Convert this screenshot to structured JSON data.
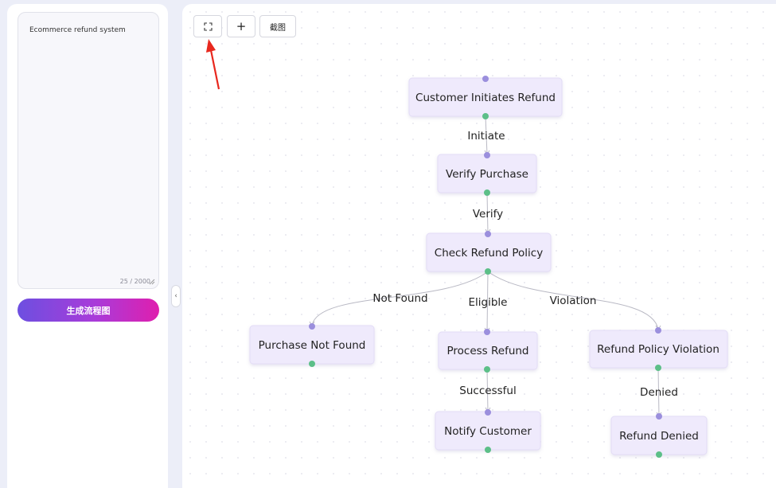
{
  "sidebar": {
    "prompt_value": "Ecommerce refund system",
    "char_count": "25 / 2000",
    "generate_label": "生成流程图",
    "collapse_glyph": "‹"
  },
  "toolbar": {
    "fullscreen_icon": "fullscreen-icon",
    "add_label": "+",
    "screenshot_label": "截图"
  },
  "annotation": {
    "arrow_color": "#e8281e"
  },
  "colors": {
    "node_fill": "#efeafc",
    "handle_in": "#9b8fdd",
    "handle_out": "#5cbf88",
    "edge": "#b9b9c4"
  },
  "flow": {
    "nodes": [
      {
        "id": "n1",
        "label": "Customer Initiates Refund"
      },
      {
        "id": "n2",
        "label": "Verify Purchase"
      },
      {
        "id": "n3",
        "label": "Check Refund Policy"
      },
      {
        "id": "n4",
        "label": "Purchase Not Found"
      },
      {
        "id": "n5",
        "label": "Process Refund"
      },
      {
        "id": "n6",
        "label": "Refund Policy Violation"
      },
      {
        "id": "n7",
        "label": "Notify Customer"
      },
      {
        "id": "n8",
        "label": "Refund Denied"
      }
    ],
    "edges": [
      {
        "from": "n1",
        "to": "n2",
        "label": "Initiate"
      },
      {
        "from": "n2",
        "to": "n3",
        "label": "Verify"
      },
      {
        "from": "n3",
        "to": "n4",
        "label": "Not Found"
      },
      {
        "from": "n3",
        "to": "n5",
        "label": "Eligible"
      },
      {
        "from": "n3",
        "to": "n6",
        "label": "Violation"
      },
      {
        "from": "n5",
        "to": "n7",
        "label": "Successful"
      },
      {
        "from": "n6",
        "to": "n8",
        "label": "Denied"
      }
    ]
  }
}
